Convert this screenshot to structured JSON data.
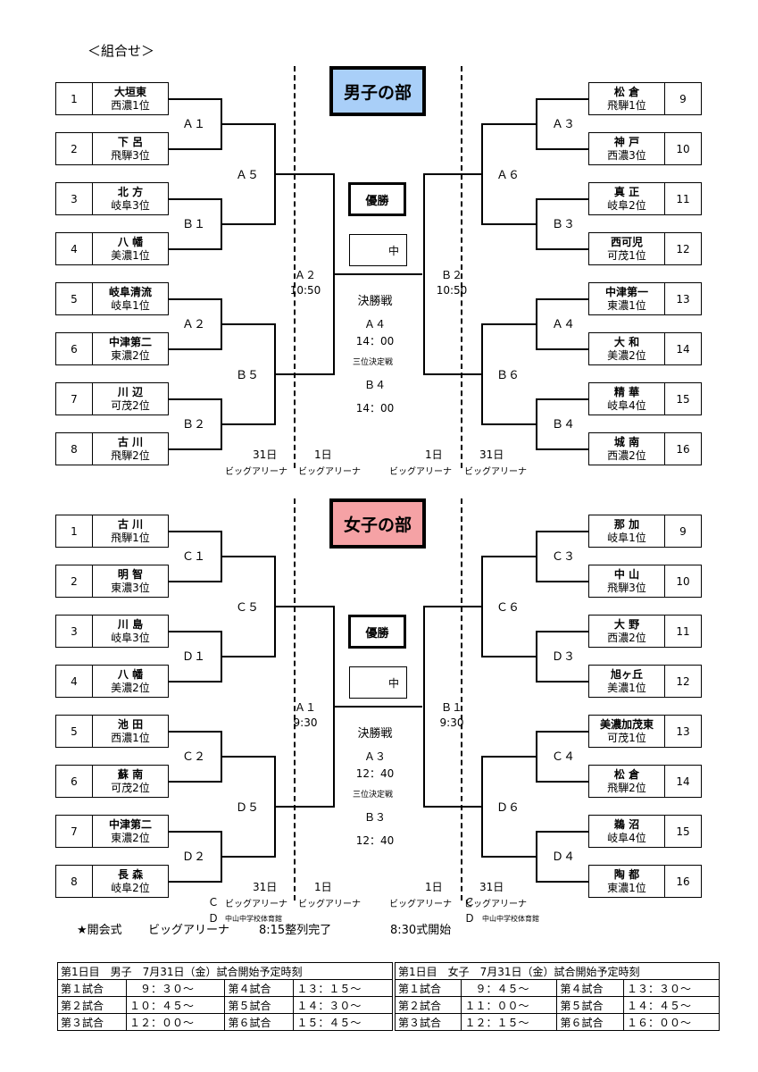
{
  "page_title": "＜組合せ＞",
  "men": {
    "title": "男子の部",
    "left_teams": [
      {
        "num": "1",
        "name": "大垣東",
        "rank": "西濃1位"
      },
      {
        "num": "2",
        "name": "下 呂",
        "rank": "飛騨3位"
      },
      {
        "num": "3",
        "name": "北 方",
        "rank": "岐阜3位"
      },
      {
        "num": "4",
        "name": "八 幡",
        "rank": "美濃1位"
      },
      {
        "num": "5",
        "name": "岐阜清流",
        "rank": "岐阜1位"
      },
      {
        "num": "6",
        "name": "中津第二",
        "rank": "東濃2位"
      },
      {
        "num": "7",
        "name": "川 辺",
        "rank": "可茂2位"
      },
      {
        "num": "8",
        "name": "古 川",
        "rank": "飛騨2位"
      }
    ],
    "right_teams": [
      {
        "num": "9",
        "name": "松 倉",
        "rank": "飛騨1位"
      },
      {
        "num": "10",
        "name": "神 戸",
        "rank": "西濃3位"
      },
      {
        "num": "11",
        "name": "真 正",
        "rank": "岐阜2位"
      },
      {
        "num": "12",
        "name": "西可児",
        "rank": "可茂1位"
      },
      {
        "num": "13",
        "name": "中津第一",
        "rank": "東濃1位"
      },
      {
        "num": "14",
        "name": "大 和",
        "rank": "美濃2位"
      },
      {
        "num": "15",
        "name": "精 華",
        "rank": "岐阜4位"
      },
      {
        "num": "16",
        "name": "城 南",
        "rank": "西濃2位"
      }
    ],
    "r1_left": [
      "Ａ１",
      "Ｂ１",
      "Ａ２",
      "Ｂ２"
    ],
    "r2_left": [
      "Ａ５",
      "Ｂ５"
    ],
    "r1_right": [
      "Ａ３",
      "Ｂ３",
      "Ａ４",
      "Ｂ４"
    ],
    "r2_right": [
      "Ａ６",
      "Ｂ６"
    ],
    "semi_left": "Ａ２",
    "semi_left_time": "10:50",
    "semi_right": "Ｂ２",
    "semi_right_time": "10:50",
    "champion": "優勝",
    "chu": "中",
    "final_label": "決勝戦",
    "final_game": "Ａ４",
    "final_time": "14：00",
    "third_label": "三位決定戦",
    "third_game": "Ｂ４",
    "third_time": "14：00",
    "day31": "31日",
    "day1": "1日",
    "venue": "ビッグアリーナ"
  },
  "women": {
    "title": "女子の部",
    "left_teams": [
      {
        "num": "1",
        "name": "古 川",
        "rank": "飛騨1位"
      },
      {
        "num": "2",
        "name": "明 智",
        "rank": "東濃3位"
      },
      {
        "num": "3",
        "name": "川 島",
        "rank": "岐阜3位"
      },
      {
        "num": "4",
        "name": "八 幡",
        "rank": "美濃2位"
      },
      {
        "num": "5",
        "name": "池 田",
        "rank": "西濃1位"
      },
      {
        "num": "6",
        "name": "蘇 南",
        "rank": "可茂2位"
      },
      {
        "num": "7",
        "name": "中津第二",
        "rank": "東濃2位"
      },
      {
        "num": "8",
        "name": "長 森",
        "rank": "岐阜2位"
      }
    ],
    "right_teams": [
      {
        "num": "9",
        "name": "那 加",
        "rank": "岐阜1位"
      },
      {
        "num": "10",
        "name": "中 山",
        "rank": "飛騨3位"
      },
      {
        "num": "11",
        "name": "大 野",
        "rank": "西濃2位"
      },
      {
        "num": "12",
        "name": "旭ヶ丘",
        "rank": "美濃1位"
      },
      {
        "num": "13",
        "name": "美濃加茂東",
        "rank": "可茂1位"
      },
      {
        "num": "14",
        "name": "松 倉",
        "rank": "飛騨2位"
      },
      {
        "num": "15",
        "name": "鵜 沼",
        "rank": "岐阜4位"
      },
      {
        "num": "16",
        "name": "陶 都",
        "rank": "東濃1位"
      }
    ],
    "r1_left": [
      "Ｃ１",
      "Ｄ１",
      "Ｃ２",
      "Ｄ２"
    ],
    "r2_left": [
      "Ｃ５",
      "Ｄ５"
    ],
    "r1_right": [
      "Ｃ３",
      "Ｄ３",
      "Ｃ４",
      "Ｄ４"
    ],
    "r2_right": [
      "Ｃ６",
      "Ｄ６"
    ],
    "semi_left": "Ａ１",
    "semi_left_time": "9:30",
    "semi_right": "Ｂ１",
    "semi_right_time": "9:30",
    "champion": "優勝",
    "chu": "中",
    "final_label": "決勝戦",
    "final_game": "Ａ３",
    "final_time": "12：40",
    "third_label": "三位決定戦",
    "third_game": "Ｂ３",
    "third_time": "12：40",
    "day31": "31日",
    "day1": "1日",
    "venue": "ビッグアリーナ",
    "venue_c_letter": "Ｃ",
    "venue_d_letter": "Ｄ",
    "venue_d": "中山中学校体育館"
  },
  "opening": {
    "star": "★開会式",
    "venue": "ビッグアリーナ",
    "line_up": "8:15整列完了",
    "start": "8:30式開始"
  },
  "schedule": {
    "men_header": "第1日目　男子　7月31日（金）試合開始予定時刻",
    "women_header": "第1日目　女子　7月31日（金）試合開始予定時刻",
    "men_rows": [
      [
        "第１試合",
        "　９：３０〜",
        "第４試合",
        "１３：１５〜"
      ],
      [
        "第２試合",
        "１０：４５〜",
        "第５試合",
        "１４：３０〜"
      ],
      [
        "第３試合",
        "１２：００〜",
        "第６試合",
        "１５：４５〜"
      ]
    ],
    "women_rows": [
      [
        "第１試合",
        "　９：４５〜",
        "第４試合",
        "１３：３０〜"
      ],
      [
        "第２試合",
        "１１：００〜",
        "第５試合",
        "１４：４５〜"
      ],
      [
        "第３試合",
        "１２：１５〜",
        "第６試合",
        "１６：００〜"
      ]
    ]
  }
}
